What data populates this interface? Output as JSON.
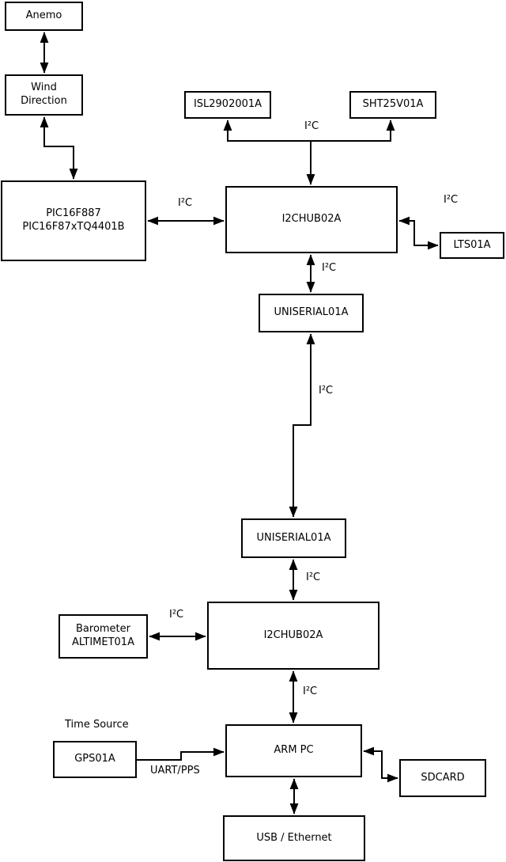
{
  "colors": {
    "background": "#ffffff",
    "box_fill": "#ffffff",
    "box_border": "#000000",
    "line": "#000000",
    "text": "#000000"
  },
  "nodes": {
    "anemo": {
      "label": "Anemo"
    },
    "wind_direction": {
      "label": "Wind\nDirection"
    },
    "pic": {
      "label": "PIC16F887\nPIC16F87xTQ4401B"
    },
    "isl2902001a": {
      "label": "ISL2902001A"
    },
    "sht25v01a": {
      "label": "SHT25V01A"
    },
    "i2chub_1": {
      "label": "I2CHUB02A"
    },
    "lts01a": {
      "label": "LTS01A"
    },
    "uniserial_1": {
      "label": "UNISERIAL01A"
    },
    "uniserial_2": {
      "label": "UNISERIAL01A"
    },
    "i2chub_2": {
      "label": "I2CHUB02A"
    },
    "barometer": {
      "label": "Barometer\nALTIMET01A"
    },
    "gps01a": {
      "label": "GPS01A"
    },
    "arm_pc": {
      "label": "ARM PC"
    },
    "sdcard": {
      "label": "SDCARD"
    },
    "usb_ethernet": {
      "label": "USB / Ethernet"
    }
  },
  "edge_labels": {
    "sensor_bus_i2c": "I²C",
    "pic_hub_i2c": "I²C",
    "lts_i2c": "I²C",
    "hub1_uniserial_i2c": "I²C",
    "uniserial_link_i2c": "I²C",
    "uniserial_hub2_i2c": "I²C",
    "barometer_i2c": "I²C",
    "hub2_arm_i2c": "I²C",
    "time_source": "Time Source",
    "uart_pps": "UART/PPS"
  },
  "edges": [
    {
      "from": "anemo",
      "to": "wind_direction",
      "arrows": "both",
      "label": ""
    },
    {
      "from": "wind_direction",
      "to": "pic",
      "arrows": "both",
      "label": ""
    },
    {
      "from": "pic",
      "to": "i2chub_1",
      "arrows": "both",
      "label": "I²C"
    },
    {
      "from": "i2chub_1",
      "to": "isl2902001a",
      "arrows": "both",
      "label": "I²C"
    },
    {
      "from": "i2chub_1",
      "to": "sht25v01a",
      "arrows": "both",
      "label": "I²C"
    },
    {
      "from": "i2chub_1",
      "to": "lts01a",
      "arrows": "both",
      "label": "I²C"
    },
    {
      "from": "i2chub_1",
      "to": "uniserial_1",
      "arrows": "both",
      "label": "I²C"
    },
    {
      "from": "uniserial_1",
      "to": "uniserial_2",
      "arrows": "both",
      "label": "I²C"
    },
    {
      "from": "uniserial_2",
      "to": "i2chub_2",
      "arrows": "both",
      "label": "I²C"
    },
    {
      "from": "barometer",
      "to": "i2chub_2",
      "arrows": "both",
      "label": "I²C"
    },
    {
      "from": "i2chub_2",
      "to": "arm_pc",
      "arrows": "both",
      "label": "I²C"
    },
    {
      "from": "gps01a",
      "to": "arm_pc",
      "arrows": "to",
      "label": "UART/PPS"
    },
    {
      "from": "arm_pc",
      "to": "sdcard",
      "arrows": "both",
      "label": ""
    },
    {
      "from": "arm_pc",
      "to": "usb_ethernet",
      "arrows": "both",
      "label": ""
    }
  ]
}
